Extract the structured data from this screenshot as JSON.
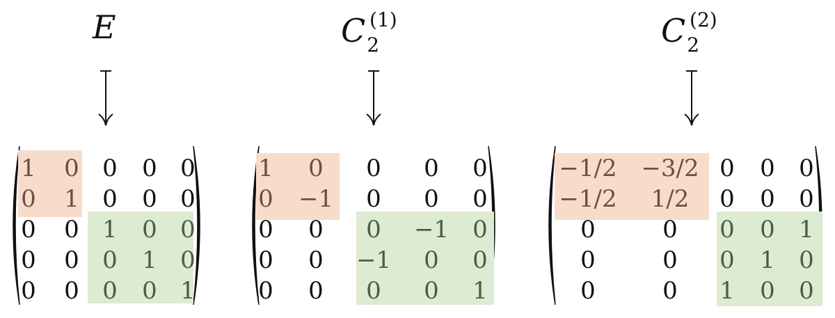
{
  "operations": [
    {
      "symbol": "E",
      "subscript": "",
      "superscript": "",
      "rows": [
        [
          "1",
          "0",
          "0",
          "0",
          "0"
        ],
        [
          "0",
          "1",
          "0",
          "0",
          "0"
        ],
        [
          "0",
          "0",
          "1",
          "0",
          "0"
        ],
        [
          "0",
          "0",
          "0",
          "1",
          "0"
        ],
        [
          "0",
          "0",
          "0",
          "0",
          "1"
        ]
      ]
    },
    {
      "symbol": "C",
      "subscript": "2",
      "superscript": "(1)",
      "rows": [
        [
          "1",
          "0",
          "0",
          "0",
          "0"
        ],
        [
          "0",
          "−1",
          "0",
          "0",
          "0"
        ],
        [
          "0",
          "0",
          "0",
          "−1",
          "0"
        ],
        [
          "0",
          "0",
          "−1",
          "0",
          "0"
        ],
        [
          "0",
          "0",
          "0",
          "0",
          "1"
        ]
      ]
    },
    {
      "symbol": "C",
      "subscript": "2",
      "superscript": "(2)",
      "rows": [
        [
          "−1/2",
          "−3/2",
          "0",
          "0",
          "0"
        ],
        [
          "−1/2",
          "1/2",
          "0",
          "0",
          "0"
        ],
        [
          "0",
          "0",
          "0",
          "0",
          "1"
        ],
        [
          "0",
          "0",
          "0",
          "1",
          "0"
        ],
        [
          "0",
          "0",
          "1",
          "0",
          "0"
        ]
      ]
    }
  ],
  "colors": {
    "upper_block": "#f7dccc",
    "lower_block": "#dcebd2"
  },
  "arrow_icon": "maps-to-down-arrow-icon"
}
